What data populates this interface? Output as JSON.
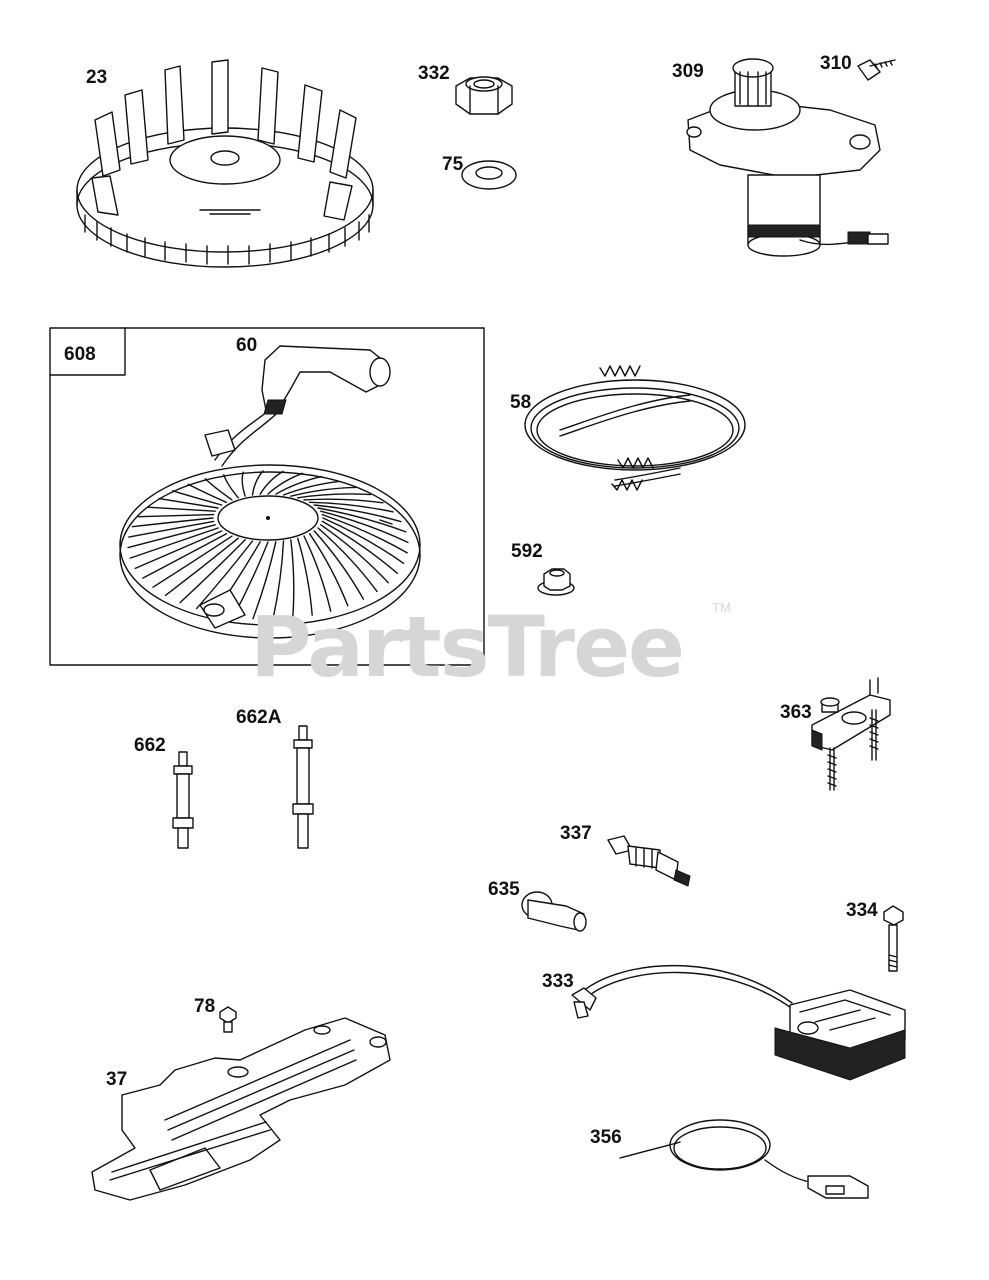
{
  "watermark": {
    "text": "PartsTree",
    "trademark": "TM"
  },
  "callouts": {
    "p23": "23",
    "p332": "332",
    "p75": "75",
    "p309": "309",
    "p310": "310",
    "p608": "608",
    "p60": "60",
    "p58": "58",
    "p592": "592",
    "p363": "363",
    "p662": "662",
    "p662a": "662A",
    "p337": "337",
    "p635": "635",
    "p334": "334",
    "p333": "333",
    "p78": "78",
    "p37": "37",
    "p356": "356"
  },
  "colors": {
    "line": "#111111",
    "watermark": "#d6d6d6",
    "background": "#ffffff"
  }
}
